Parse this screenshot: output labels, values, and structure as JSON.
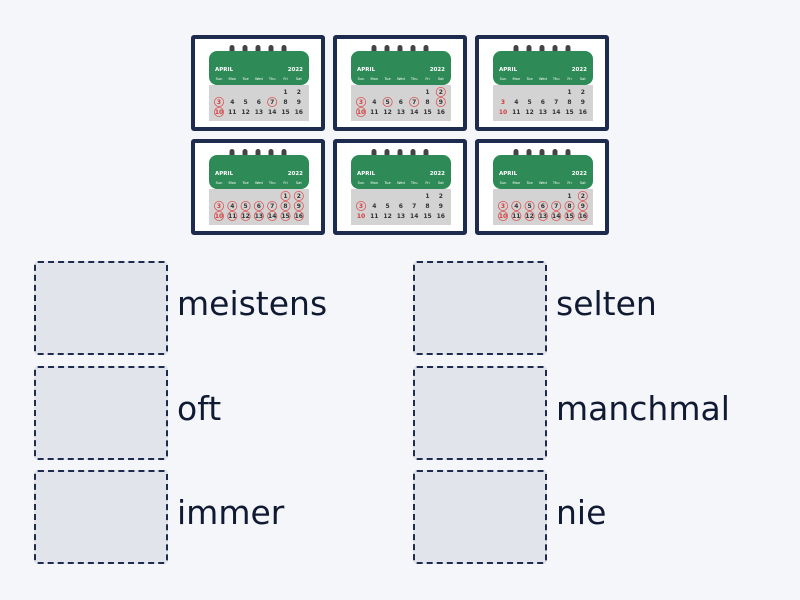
{
  "colors": {
    "page_bg": "#f5f6fa",
    "tile_border": "#1d2b4f",
    "calendar_green": "#2e8b57",
    "calendar_grey": "#d3d3d3",
    "circle_red": "#e05050",
    "dropzone_bg": "#e2e4ec"
  },
  "calendar": {
    "month": "APRIL",
    "year": "2022",
    "weekdays": [
      "Sun",
      "Mon",
      "Tue",
      "Wed",
      "Thu",
      "Fri",
      "Sat"
    ],
    "week1": [
      "",
      "",
      "",
      "",
      "",
      "1",
      "2"
    ],
    "week2": [
      "3",
      "4",
      "5",
      "6",
      "7",
      "8",
      "9"
    ],
    "week3": [
      "10",
      "11",
      "12",
      "13",
      "14",
      "15",
      "16"
    ]
  },
  "tiles": [
    {
      "icon": "calendar-icon",
      "circled_days": [
        "3",
        "7",
        "10"
      ]
    },
    {
      "icon": "calendar-icon",
      "circled_days": [
        "2",
        "3",
        "5",
        "7",
        "9",
        "10"
      ]
    },
    {
      "icon": "calendar-icon",
      "circled_days": []
    },
    {
      "icon": "calendar-icon",
      "circled_days": [
        "1",
        "2",
        "3",
        "4",
        "5",
        "6",
        "7",
        "8",
        "9",
        "10",
        "11",
        "12",
        "13",
        "14",
        "15",
        "16"
      ]
    },
    {
      "icon": "calendar-icon",
      "circled_days": [
        "3"
      ]
    },
    {
      "icon": "calendar-icon",
      "circled_days": [
        "2",
        "3",
        "4",
        "5",
        "6",
        "7",
        "8",
        "9",
        "10",
        "11",
        "12",
        "13",
        "14",
        "15",
        "16"
      ]
    }
  ],
  "targets": [
    {
      "label": "meistens"
    },
    {
      "label": "oft"
    },
    {
      "label": "immer"
    },
    {
      "label": "selten"
    },
    {
      "label": "manchmal"
    },
    {
      "label": "nie"
    }
  ]
}
